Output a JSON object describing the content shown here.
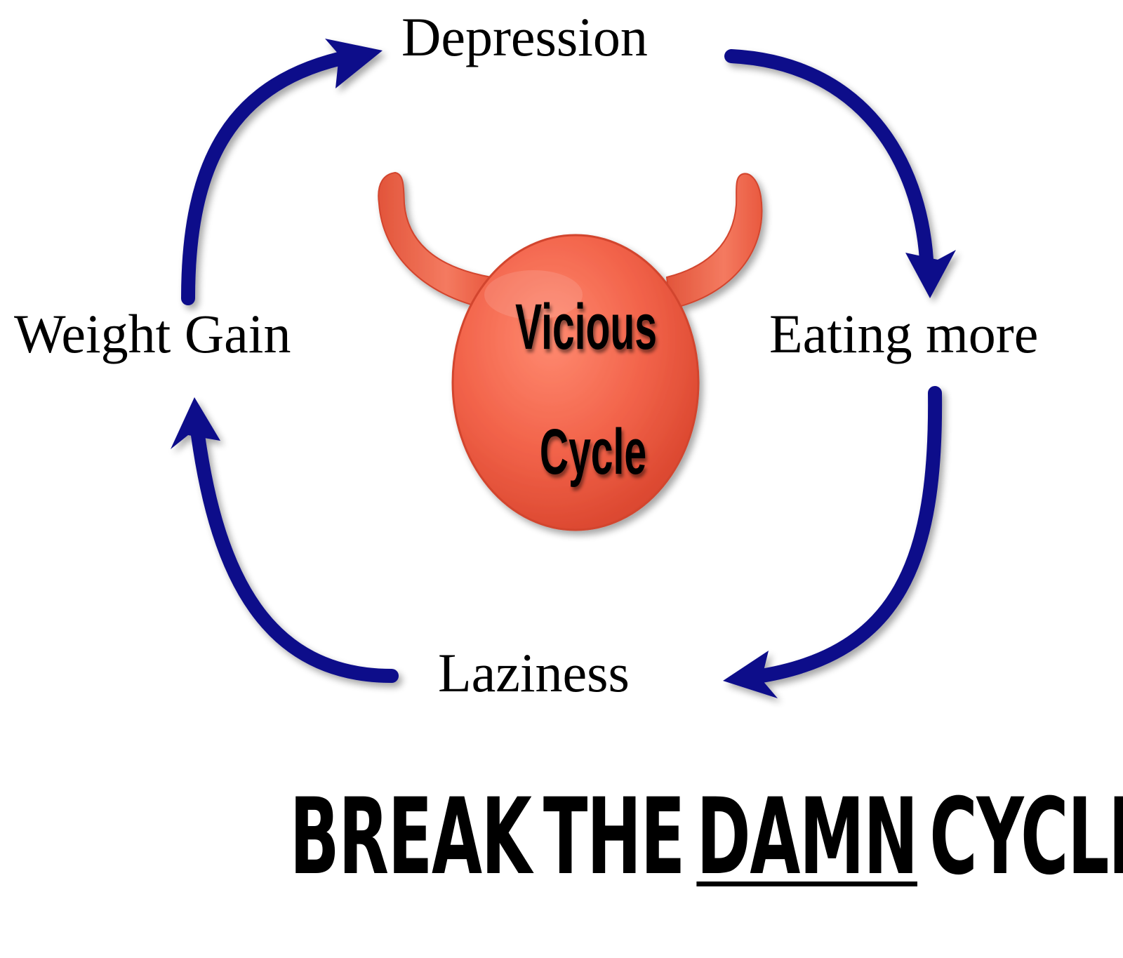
{
  "nodes": {
    "top": "Depression",
    "right": "Eating more",
    "bottom": "Laziness",
    "left": "Weight Gain"
  },
  "center": {
    "line1": "Vicious",
    "line2": "Cycle"
  },
  "slogan": {
    "word1": "BREAK",
    "word2": "THE",
    "word3": "DAMN",
    "word4": "CYCLE !"
  },
  "colors": {
    "arrow": "#0b0b8a",
    "head_fill": "#f26a50",
    "head_edge": "#d2452e",
    "text": "#000000"
  },
  "icons": {
    "center": "devil-horned-head-icon",
    "arrows": "curved-arrow-icon"
  }
}
